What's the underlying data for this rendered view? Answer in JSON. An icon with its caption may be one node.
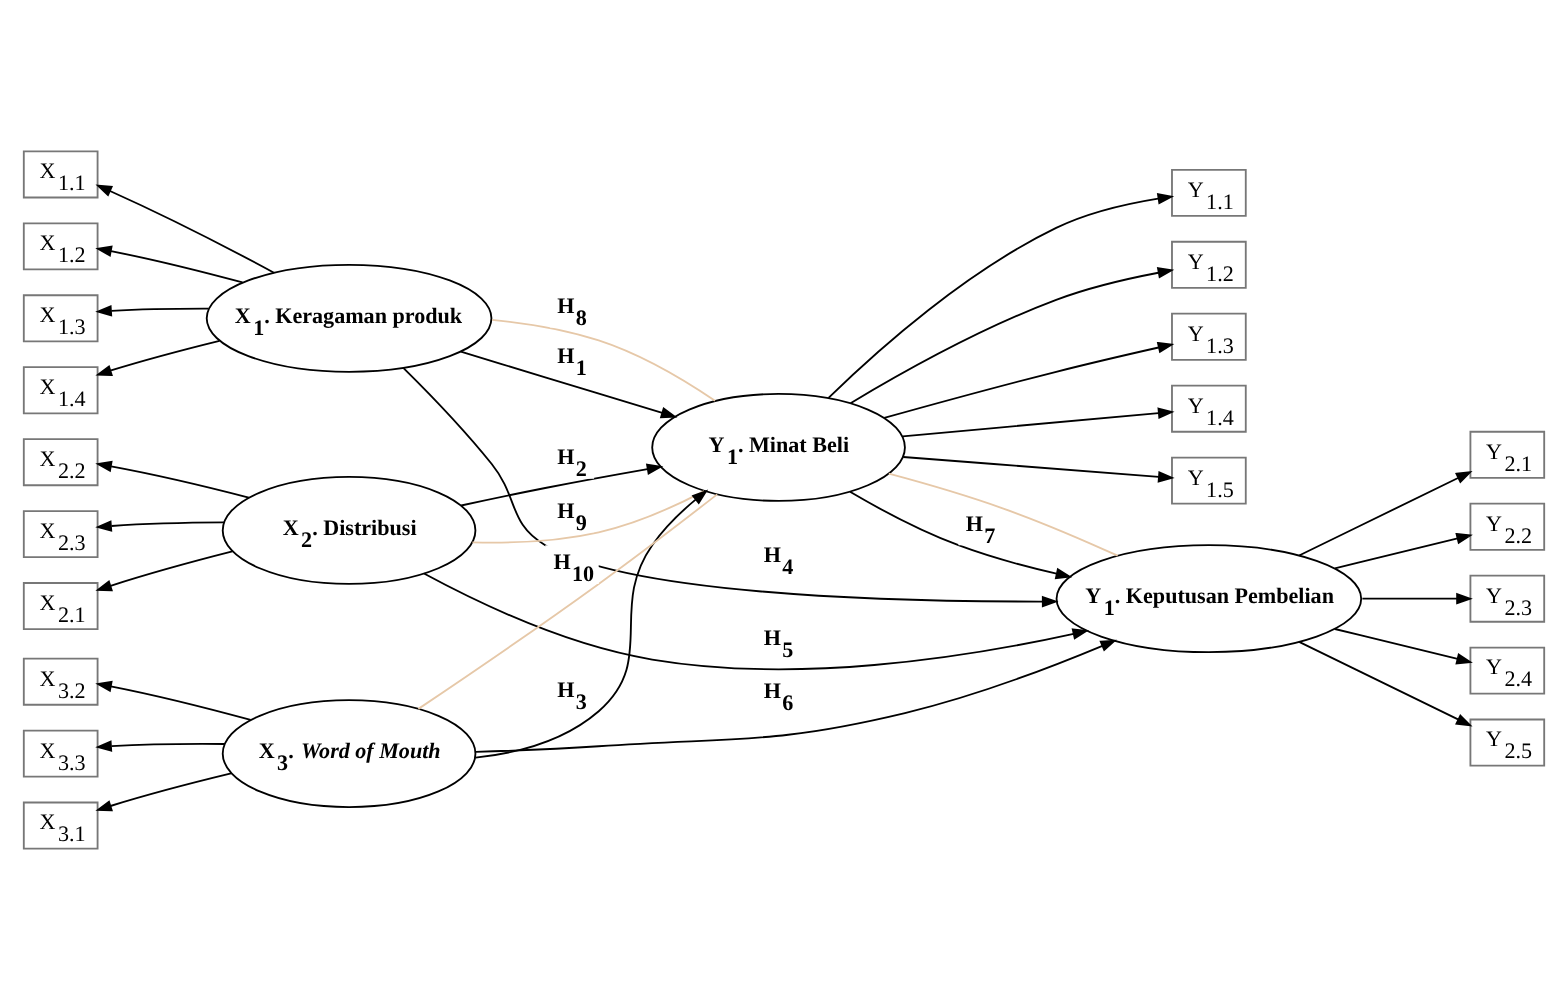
{
  "diagram": {
    "nodes": [
      {
        "text": [
          "X$_{1.1}$"
        ]
      },
      {
        "text": [
          "X$_{1.2}$"
        ]
      },
      {
        "text": [
          "X$_{1.3}$"
        ]
      },
      {
        "text": [
          "X$_{1.4}$"
        ]
      },
      {
        "text": [
          "X$_{1}$. Keragaman produk"
        ]
      },
      {
        "text": [
          "Y$_{1.1}$"
        ]
      },
      {
        "text": [
          "Y$_{1.2}$"
        ]
      },
      {
        "text": [
          "Y$_{1.3}$"
        ]
      },
      {
        "text": [
          "Y$_{1.4}$"
        ]
      },
      {
        "text": [
          "Y$_{1.5}$"
        ]
      },
      {
        "text": [
          "Y$_{1}$. Minat Beli"
        ]
      },
      {
        "text": [
          "Y$_{1}$. Keputusan Pembelian"
        ]
      },
      {
        "text": [
          "X$_{2.1}$"
        ]
      },
      {
        "text": [
          "X$_{2.2}$"
        ]
      },
      {
        "text": [
          "X$_{2.3}$"
        ]
      },
      {
        "text": [
          "X$_{2}$. Distribusi"
        ]
      },
      {
        "text": [
          "X$_{3.1}$"
        ]
      },
      {
        "text": [
          "X$_{3.2}$"
        ]
      },
      {
        "text": [
          "X$_{3.3}$"
        ]
      },
      {
        "text": [
          "X$_{3}$. *Word of Mouth*"
        ]
      },
      {
        "text": [
          "Y$_{2.1}$"
        ]
      },
      {
        "text": [
          "Y$_{2.2}$"
        ]
      },
      {
        "text": [
          "Y$_{2.3}$"
        ]
      },
      {
        "text": [
          "Y$_{2.4}$"
        ]
      },
      {
        "text": [
          "Y$_{2.5}$"
        ]
      }
    ],
    "edges": [
      {
        "from": 4,
        "to": 0,
        "arrow": "to"
      },
      {
        "from": 4,
        "to": 1,
        "arrow": "to"
      },
      {
        "from": 4,
        "to": 2,
        "arrow": "to"
      },
      {
        "from": 4,
        "to": 3,
        "arrow": "to"
      },
      {
        "from": 10,
        "to": 5,
        "arrow": "to"
      },
      {
        "from": 10,
        "to": 6,
        "arrow": "to"
      },
      {
        "from": 10,
        "to": 7,
        "arrow": "to"
      },
      {
        "from": 10,
        "to": 8,
        "arrow": "to"
      },
      {
        "from": 10,
        "to": 9,
        "arrow": "to"
      },
      {
        "from": 15,
        "to": 12,
        "arrow": "to"
      },
      {
        "from": 15,
        "to": 13,
        "arrow": "to"
      },
      {
        "from": 15,
        "to": 14,
        "arrow": "to"
      },
      {
        "from": 19,
        "to": 16,
        "arrow": "to"
      },
      {
        "from": 19,
        "to": 17,
        "arrow": "to"
      },
      {
        "from": 19,
        "to": 18,
        "arrow": "to"
      },
      {
        "from": 11,
        "to": 20,
        "arrow": "to"
      },
      {
        "from": 11,
        "to": 21,
        "arrow": "to"
      },
      {
        "from": 11,
        "to": 22,
        "arrow": "to"
      },
      {
        "from": 11,
        "to": 23,
        "arrow": "to"
      },
      {
        "from": 11,
        "to": 24,
        "arrow": "to"
      },
      {
        "from": 4,
        "to": 10,
        "arrow": "to",
        "label": "H$_{1}$"
      },
      {
        "from": 15,
        "to": 10,
        "arrow": "to",
        "label": "H$_{2}$"
      },
      {
        "from": 19,
        "to": 10,
        "arrow": "to",
        "label": "H$_{3}$"
      },
      {
        "from": 4,
        "to": 11,
        "arrow": "to",
        "label": "H$_{4}$"
      },
      {
        "from": 15,
        "to": 11,
        "arrow": "to",
        "label": "H$_{5}$"
      },
      {
        "from": 19,
        "to": 11,
        "arrow": "to",
        "label": "H$_{6}$"
      },
      {
        "from": 10,
        "to": 11,
        "arrow": "to",
        "label": "H$_{7}$"
      },
      {
        "from": 4,
        "to": 10,
        "arrow": "none",
        "label": "H$_{8}$",
        "color": "#e6c8a8"
      },
      {
        "from": 15,
        "to": 10,
        "arrow": "none",
        "label": "H$_{9}$",
        "color": "#e6c8a8"
      },
      {
        "from": 19,
        "to": 10,
        "arrow": "none",
        "label": "H$_{10}$",
        "color": "#e6c8a8"
      },
      {
        "from": 10,
        "to": 11,
        "arrow": "none",
        "color": "#e6c8a8"
      }
    ]
  }
}
